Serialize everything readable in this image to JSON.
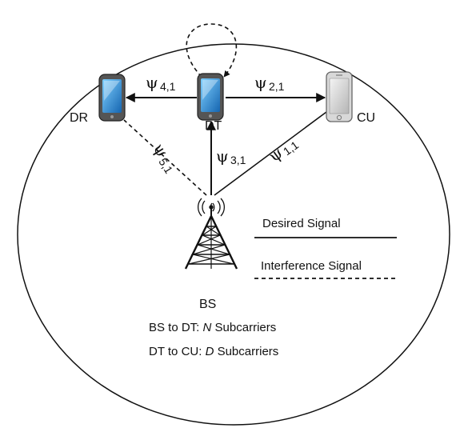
{
  "nodes": {
    "dr": "DR",
    "dt": "DT",
    "cu": "CU",
    "bs": "BS"
  },
  "channels": {
    "symbol": "ψ",
    "c41": "4,1",
    "c21": "2,1",
    "c31": "3,1",
    "c11": "1,1",
    "c51": "5,1"
  },
  "legend": {
    "desired": "Desired Signal",
    "interference": "Interference Signal"
  },
  "captions": {
    "bs_dt_prefix": "BS to DT: ",
    "bs_dt_var": "N",
    "bs_dt_suffix": " Subcarriers",
    "dt_cu_prefix": "DT to CU: ",
    "dt_cu_var": "D",
    "dt_cu_suffix": " Subcarriers"
  },
  "colors": {
    "screen": "#2a8fd8",
    "phone_body": "#5a5a5a",
    "iphone_body": "#d8d8d8"
  }
}
